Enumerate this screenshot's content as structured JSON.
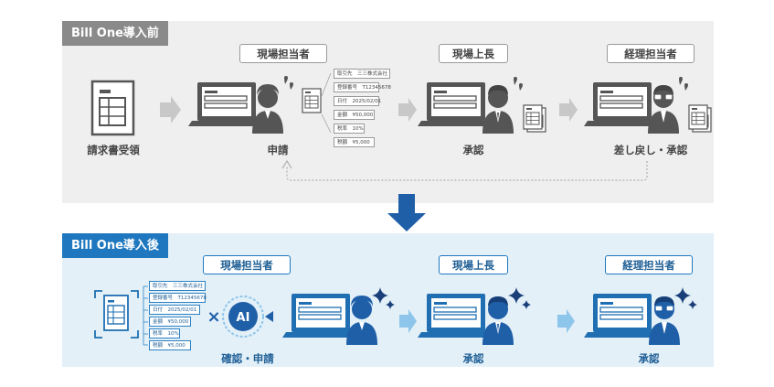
{
  "before": {
    "section_title": "Bill One導入前",
    "roles": {
      "staff": "現場担当者",
      "manager": "現場上長",
      "accounting": "経理担当者"
    },
    "steps": {
      "receive": "請求書受領",
      "apply": "申請",
      "approve": "承認",
      "returnapprove": "差し戻し・承認"
    },
    "invoice_fields": [
      "取引先　三三株式会社",
      "登録番号　T12345678",
      "日付　2025/02/01",
      "金額　¥50,000",
      "税率　10%",
      "税額　¥5,000"
    ]
  },
  "after": {
    "section_title": "Bill One導入後",
    "roles": {
      "staff": "現場担当者",
      "manager": "現場上長",
      "accounting": "経理担当者"
    },
    "steps": {
      "confirm_apply": "確認・申請",
      "approve1": "承認",
      "approve2": "承認"
    },
    "ai_label": "AI",
    "invoice_fields": [
      "取引先　三三株式会社",
      "登録番号　T12345678",
      "日付　2025/02/01",
      "金額　¥50,000",
      "税率　10%",
      "税額　¥5,000"
    ]
  },
  "colors": {
    "gray_dark": "#555555",
    "gray_mid": "#9a9a9a",
    "gray_light": "#c8c8c8",
    "blue": "#1f78bf",
    "blue_light": "#8ec5ea",
    "panel_before": "#efefef",
    "panel_after": "#e3f0f8"
  }
}
